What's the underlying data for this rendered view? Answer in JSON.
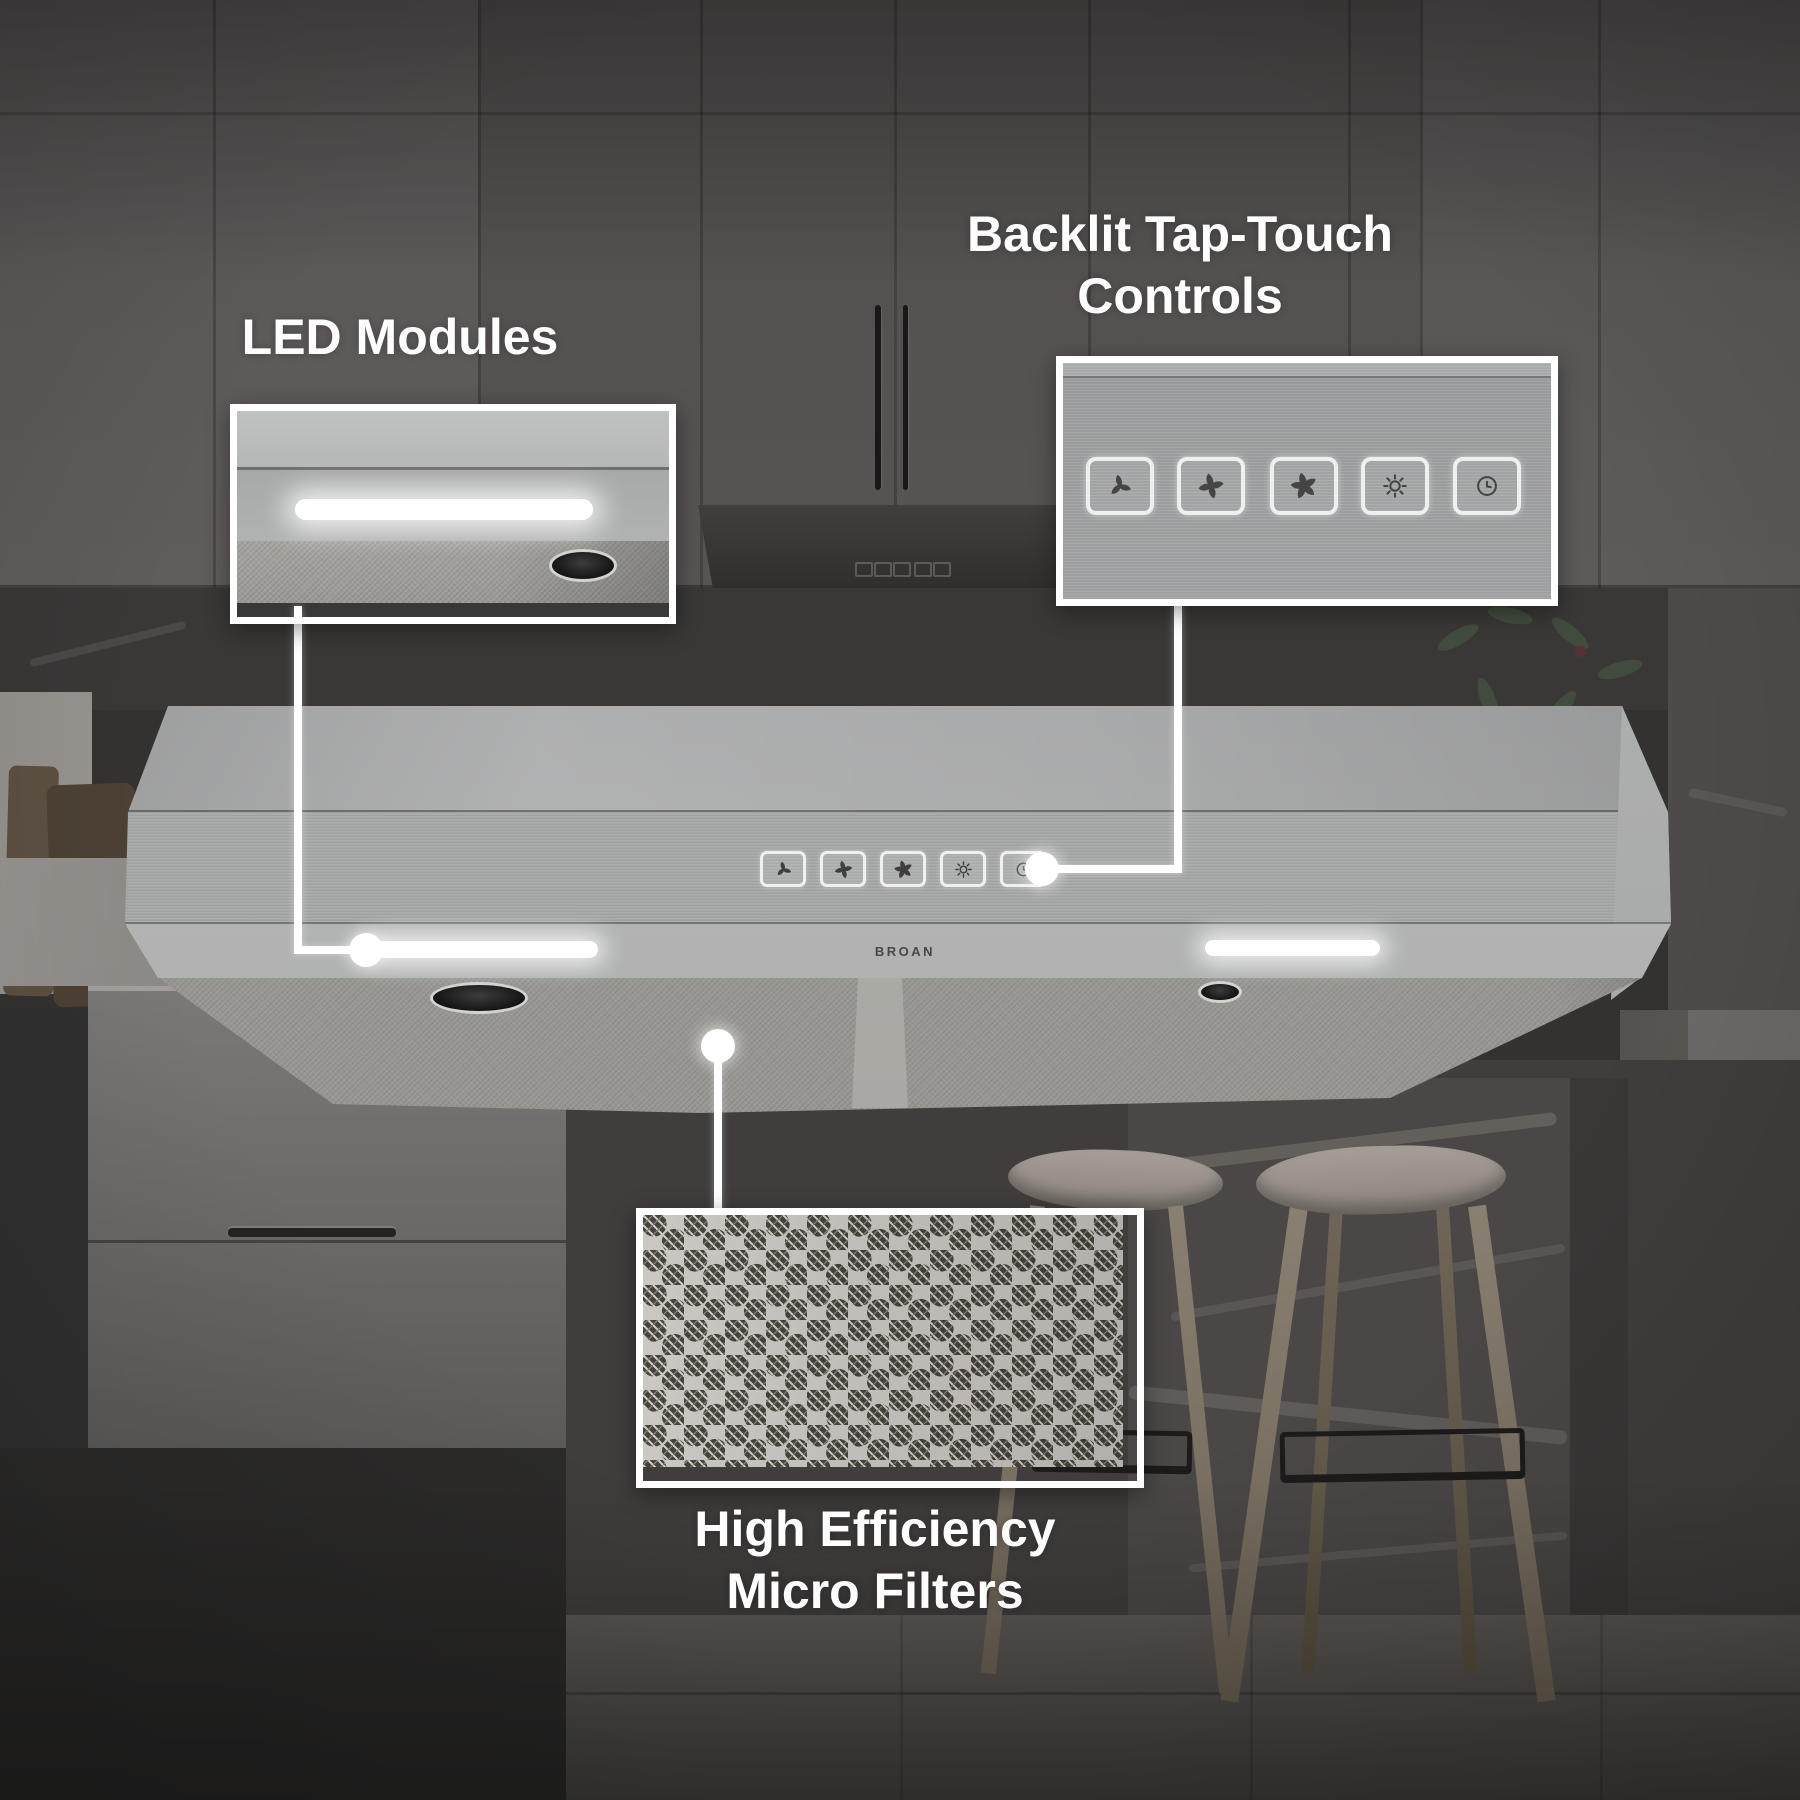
{
  "callouts": {
    "led": {
      "label": "LED Modules"
    },
    "controls": {
      "line1": "Backlit Tap-Touch",
      "line2": "Controls"
    },
    "filters": {
      "line1": "High Efficiency",
      "line2": "Micro Filters"
    }
  },
  "hood": {
    "brand_logo": "BROAN",
    "control_buttons": [
      {
        "icon": "fan-speed-low-icon"
      },
      {
        "icon": "fan-speed-medium-icon"
      },
      {
        "icon": "fan-speed-high-icon"
      },
      {
        "icon": "light-icon"
      },
      {
        "icon": "timer-icon"
      }
    ]
  },
  "inset_controls_panel": {
    "buttons": [
      {
        "icon": "fan-speed-low-icon"
      },
      {
        "icon": "fan-speed-medium-icon"
      },
      {
        "icon": "fan-speed-high-icon"
      },
      {
        "icon": "light-icon"
      },
      {
        "icon": "timer-icon"
      }
    ]
  },
  "colors": {
    "label_text": "#ffffff",
    "callout_line": "#ffffff",
    "stainless_light": "#c7c8c8",
    "stainless_mid": "#a6a7a7",
    "button_icon": "#474747",
    "led_glow": "#ffffff",
    "background_dim": "#4f4c4b"
  }
}
